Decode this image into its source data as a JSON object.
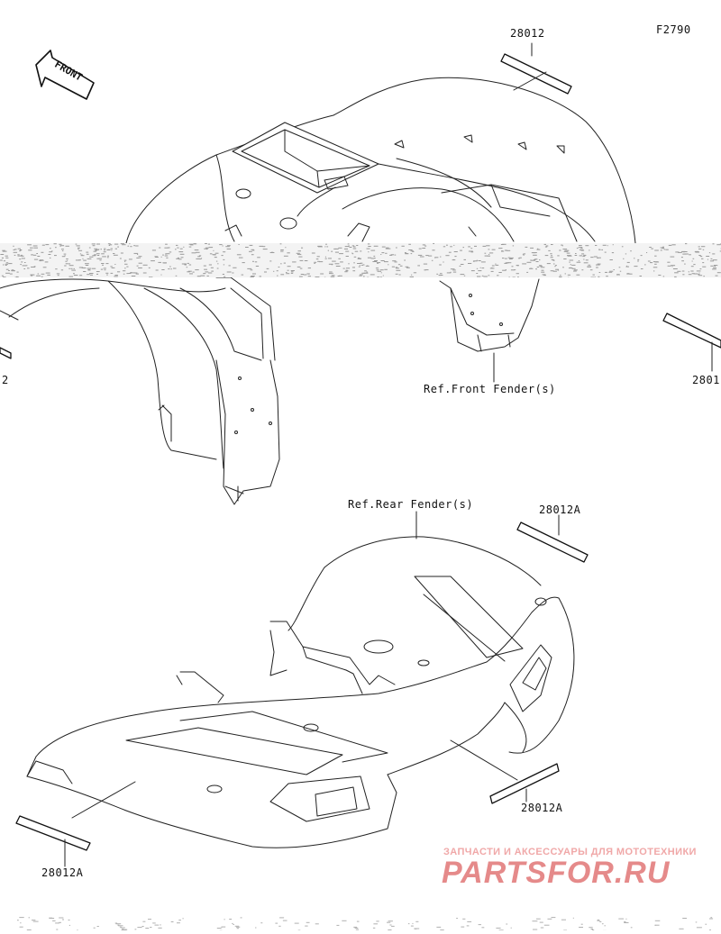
{
  "figure_code": "F2790",
  "front_arrow_text": "FRONT",
  "labels": {
    "top_decal": "28012",
    "right_decal_partial": "2801",
    "left_decal_partial": "2",
    "rear_decal_upper_right": "28012A",
    "rear_decal_lower_right": "28012A",
    "rear_decal_lower_left": "28012A"
  },
  "refs": {
    "front_fender": "Ref.Front Fender(s)",
    "rear_fender": "Ref.Rear Fender(s)"
  },
  "watermark": {
    "line1": "ЗАПЧАСТИ И АКСЕССУАРЫ ДЛЯ МОТОТЕХНИКИ",
    "line2": "PARTSFOR.RU"
  },
  "colors": {
    "line": "#222222",
    "watermark": "#e58a8a"
  }
}
